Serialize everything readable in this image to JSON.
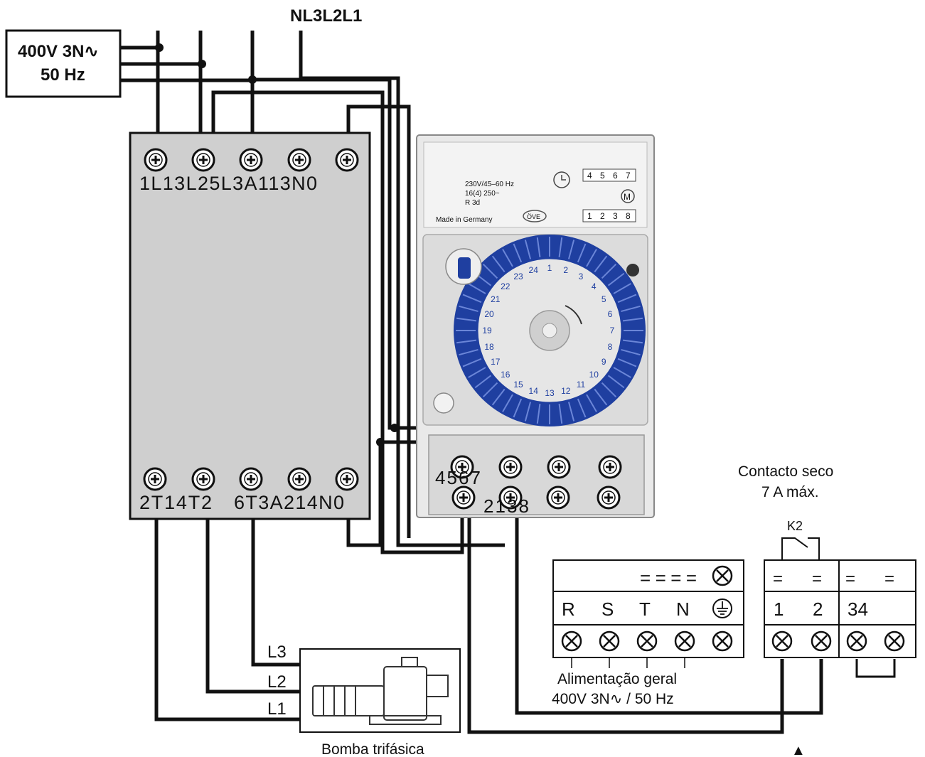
{
  "supply": {
    "line1": "400V 3N∿",
    "line2": "50 Hz"
  },
  "top_label": "NL3L2L1",
  "contactor": {
    "top_terminals": "1L13L25L3A113N0",
    "bottom_terminals_left": "2T14T2",
    "bottom_terminals_right": "6T3A214N0"
  },
  "timer": {
    "rating_line1": "230V/45–60 Hz",
    "rating_line2": "16(4) 250~",
    "rating_line3": "R 3d",
    "made_in": "Made in Germany",
    "approval": "ÖVE",
    "upper_terminals": [
      "4",
      "5",
      "6",
      "7"
    ],
    "lower_terminals": [
      "1",
      "2",
      "3",
      "8"
    ],
    "motor_symbol": "M",
    "dial_numbers": [
      "1",
      "2",
      "3",
      "4",
      "5",
      "6",
      "7",
      "8",
      "9",
      "10",
      "11",
      "12",
      "13",
      "14",
      "15",
      "16",
      "17",
      "18",
      "19",
      "20",
      "21",
      "22",
      "23",
      "24"
    ],
    "terminals_top_label": "4567",
    "terminals_bottom_label": "2138"
  },
  "pump": {
    "title": "Bomba trifásica",
    "phases": [
      "L3",
      "L2",
      "L1"
    ]
  },
  "controller": {
    "symbol_row": "====",
    "terminal_labels": [
      "R",
      "S",
      "T",
      "N"
    ],
    "caption_line1": "Alimentação geral",
    "caption_line2": "400V 3N∿ / 50 Hz"
  },
  "dry_contact": {
    "title_line1": "Contacto seco",
    "title_line2": "7 A máx.",
    "relay": "K2",
    "eq_signs": [
      "=",
      "=",
      "=",
      "="
    ],
    "labels": [
      "1",
      "2",
      "34"
    ]
  },
  "marker": "▲"
}
